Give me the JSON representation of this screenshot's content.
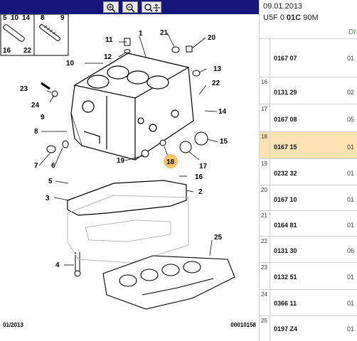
{
  "toolbar": {
    "zoom_in_icon": "zoom-in-icon",
    "zoom_out_icon": "zoom-out-icon",
    "zoom_fit_icon": "zoom-fit-icon"
  },
  "diagram": {
    "inset_labels": [
      "5",
      "10",
      "14",
      "8",
      "9",
      "16",
      "22"
    ],
    "callouts": {
      "c1": "1",
      "c2": "2",
      "c3": "3",
      "c4": "4",
      "c5": "5",
      "c6": "6",
      "c7": "7",
      "c8": "8",
      "c9": "9",
      "c10": "10",
      "c11": "11",
      "c12": "12",
      "c13": "13",
      "c14": "14",
      "c15": "15",
      "c16": "16",
      "c17": "17",
      "c18": "18",
      "c19": "19",
      "c20": "20",
      "c21": "21",
      "c22": "22",
      "c23": "23",
      "c24": "24",
      "c25": "25"
    },
    "footer_left": "01/2013",
    "footer_right": "00010158"
  },
  "header": {
    "date": "09.01.2013",
    "code_prefix": "U5F 0 ",
    "code_bold": "01C",
    "code_suffix": " 90M",
    "sub": "DI"
  },
  "rows": [
    {
      "index": "",
      "ref": "0167 07",
      "qty": "01"
    },
    {
      "index": "16",
      "ref": "0131 29",
      "qty": "02"
    },
    {
      "index": "17",
      "ref": "0167 08",
      "qty": "05"
    },
    {
      "index": "18",
      "ref": "0167 15",
      "qty": "01"
    },
    {
      "index": "19",
      "ref": "0232 32",
      "qty": "01"
    },
    {
      "index": "20",
      "ref": "0167 10",
      "qty": "01"
    },
    {
      "index": "21",
      "ref": "0164 81",
      "qty": "01"
    },
    {
      "index": "22",
      "ref": "0131 30",
      "qty": "06"
    },
    {
      "index": "23",
      "ref": "0132 51",
      "qty": "01"
    },
    {
      "index": "24",
      "ref": "0366 11",
      "qty": "01"
    },
    {
      "index": "25",
      "ref": "0197 Z4",
      "qty": "01"
    }
  ],
  "selected_row_color": "#fde3b4",
  "callout_highlight_color": "#f5c56a",
  "toolbar_color": "#17157c"
}
